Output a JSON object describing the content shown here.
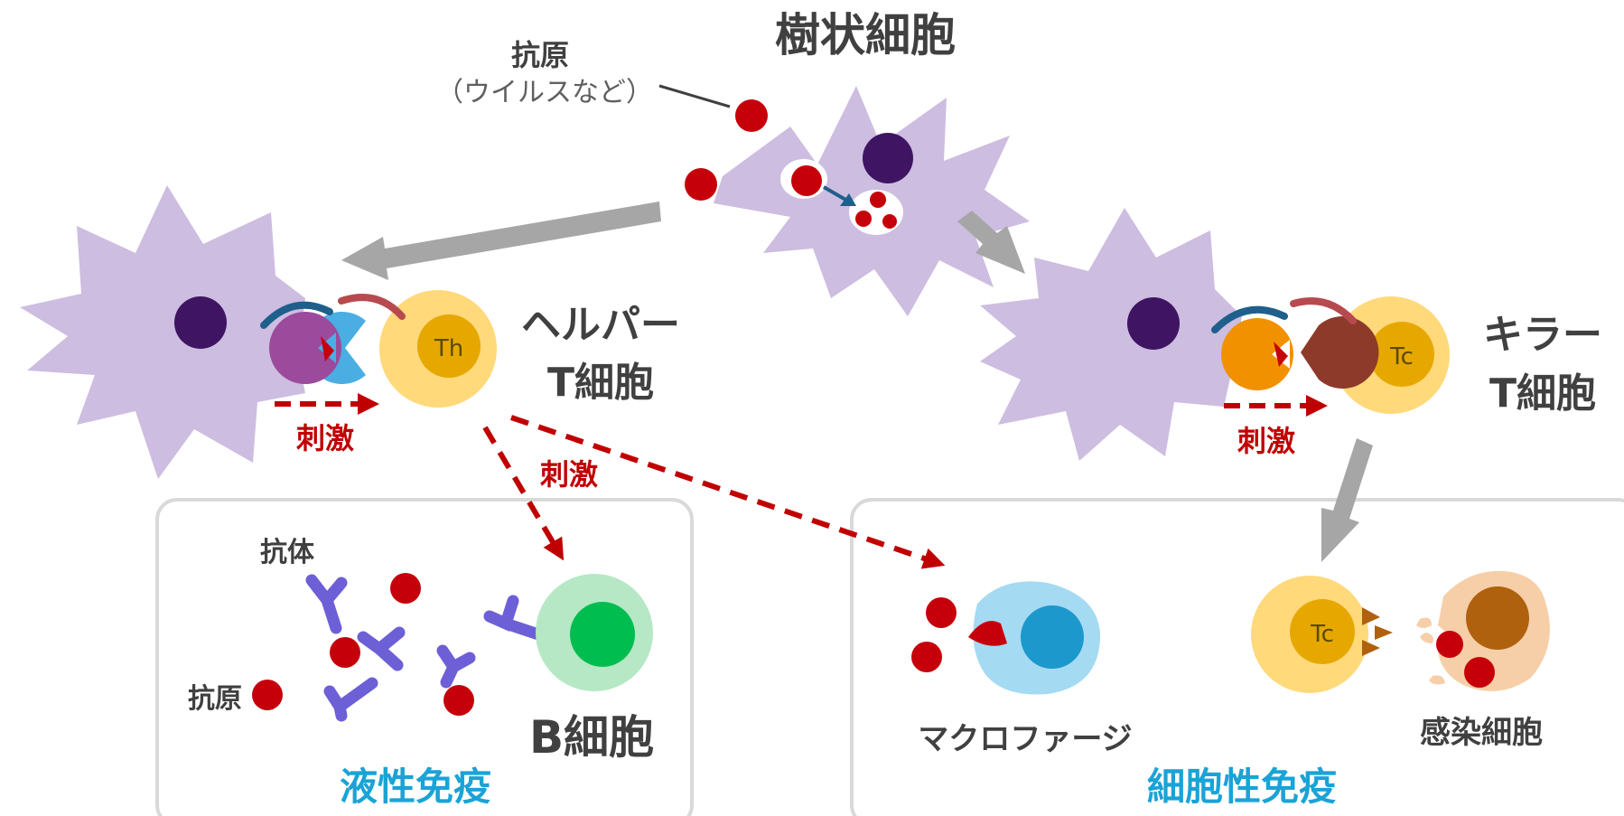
{
  "title": "樹状細胞",
  "antigen": {
    "label": "抗原",
    "sub": "（ウイルスなど）"
  },
  "helper": {
    "line1": "ヘルパー",
    "line2": "T細胞",
    "cell_label": "Th"
  },
  "killer": {
    "line1": "キラー",
    "line2": "T細胞",
    "cell_label": "Tc"
  },
  "stimulus": "刺激",
  "humoral": {
    "title": "液性免疫",
    "antibody_label": "抗体",
    "antigen_label": "抗原",
    "bcell_label": "B細胞"
  },
  "cellular": {
    "title": "細胞性免疫",
    "macrophage_label": "マクロファージ",
    "infected_label": "感染細胞",
    "tc_label": "Tc"
  },
  "colors": {
    "dendritic": "#cdbde0",
    "nucleus": "#3f1563",
    "antigen": "#c6000b",
    "arrow_gray": "#a6a6a6",
    "stimulus_red": "#c00000",
    "tcell_outer": "#ffd97a",
    "tcell_inner": "#e6a800",
    "mhc_purple": "#9b4a9c",
    "receptor_blue": "#4aaee3",
    "mhc_orange": "#f29100",
    "receptor_brown": "#8e3a2a",
    "antibody": "#6d5fd6",
    "bcell_outer": "#b6e8c5",
    "bcell_inner": "#00bd50",
    "macro_outer": "#a5daf3",
    "macro_inner": "#1c98cc",
    "infected_outer": "#f6cfa8",
    "infected_inner": "#b0610e",
    "accent_blue": "#1aa3d6",
    "box_border": "#d9d9d9"
  }
}
